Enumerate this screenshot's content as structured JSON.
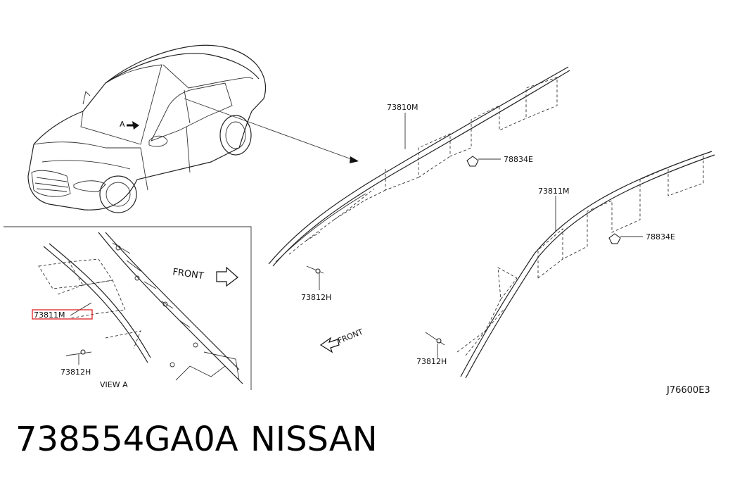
{
  "diagram": {
    "labels": {
      "molding_upper": "73810M",
      "molding_rear": "73811M",
      "molding_view": "73811M",
      "clip_upper": "78834E",
      "clip_rear": "78834E",
      "end_upper": "73812H",
      "end_rear": "73812H",
      "end_view": "73812H",
      "view_marker": "A",
      "view_caption": "VIEW A",
      "front_inset": "FRONT",
      "front_main": "FRONT",
      "drawing_code": "J76600E3"
    },
    "highlight_color": "#e02020"
  },
  "footer": {
    "part_number": "738554GA0A",
    "brand": "NISSAN"
  }
}
